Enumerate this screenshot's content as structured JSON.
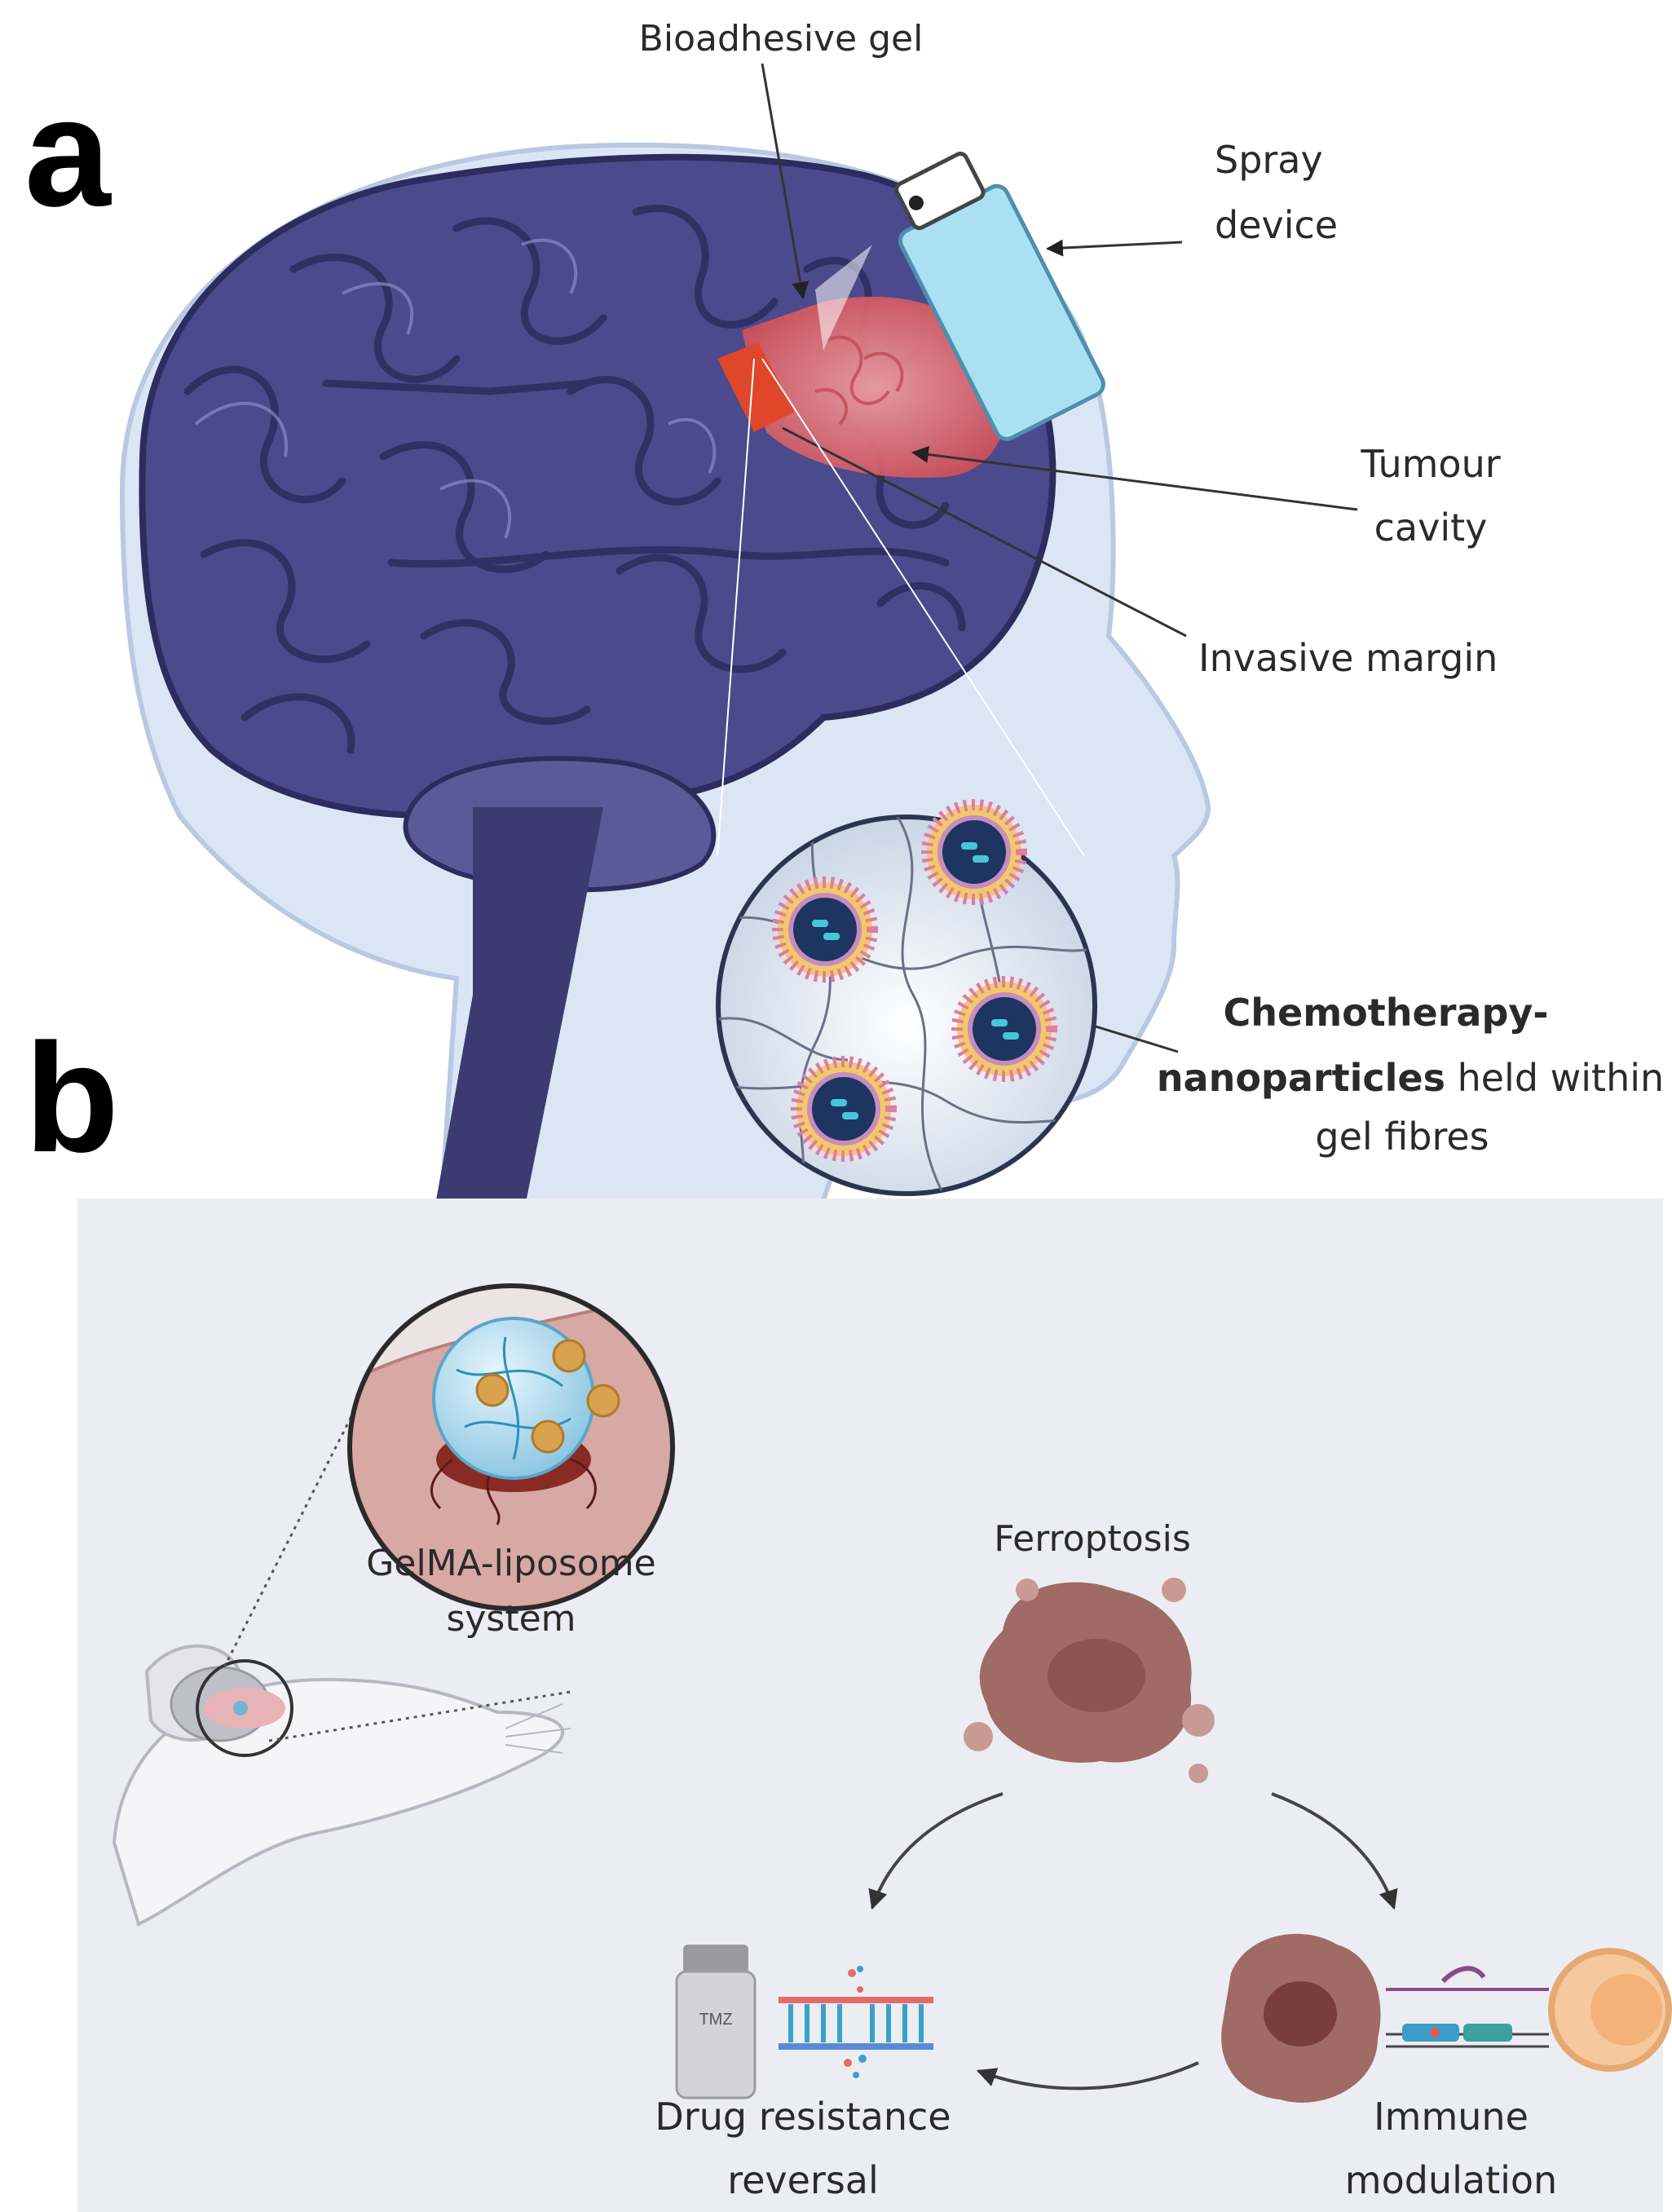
{
  "panel_a": {
    "letter": "a",
    "labels": {
      "bioadhesive_gel": "Bioadhesive gel",
      "spray_line1": "Spray",
      "spray_line2": "device",
      "tumour_line1": "Tumour",
      "tumour_line2": "cavity",
      "invasive_margin": "Invasive margin",
      "chemo_bold1": "Chemotherapy-",
      "chemo_bold2": "nanoparticles",
      "chemo_rest2": " held within",
      "chemo_line3": "gel fibres"
    }
  },
  "panel_b": {
    "letter": "b",
    "labels": {
      "gelma_line1": "GelMA-liposome",
      "gelma_line2": "system",
      "ferroptosis": "Ferroptosis",
      "tmz_bottle": "TMZ",
      "drug_line1": "Drug resistance",
      "drug_line2": "reversal",
      "immune_line1": "Immune",
      "immune_line2": "modulation"
    }
  },
  "colors": {
    "brain": "#4a4a8c",
    "brain_dark": "#2c2c5e",
    "head": "#dbe6f5",
    "tumour": "#e2666a",
    "spray": "#a9e1f3",
    "panel_b_bg": "#ecedf2",
    "tissue": "#d8a8a4",
    "cell": "#a06a66"
  }
}
